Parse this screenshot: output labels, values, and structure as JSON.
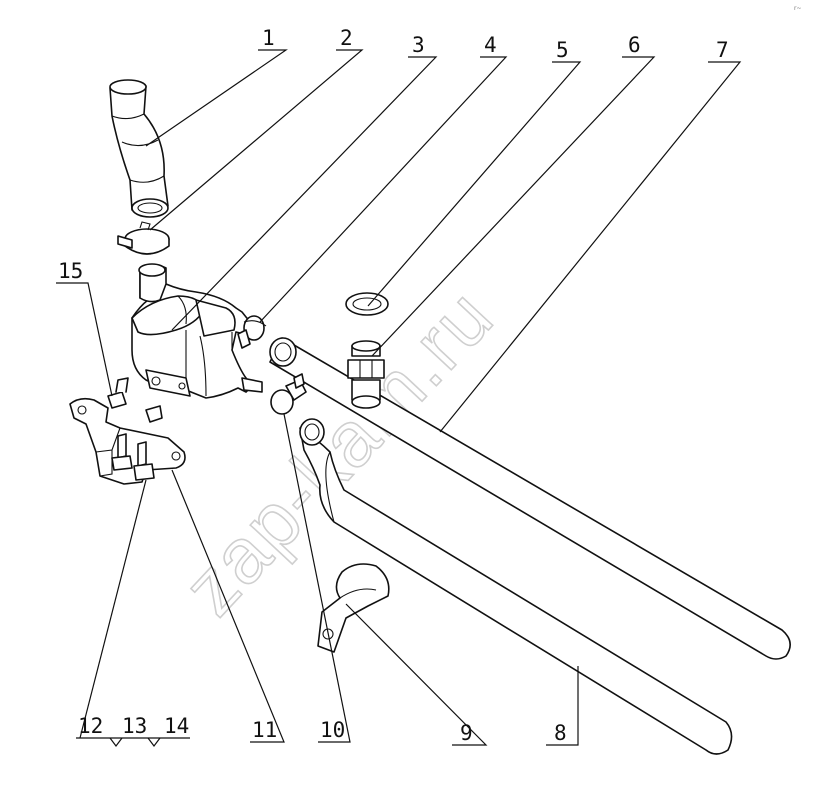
{
  "diagram": {
    "corner_mark": "r~",
    "watermark": "zap-kam.ru",
    "callouts": [
      {
        "id": "callout-1",
        "label": "1"
      },
      {
        "id": "callout-2",
        "label": "2"
      },
      {
        "id": "callout-3",
        "label": "3"
      },
      {
        "id": "callout-4",
        "label": "4"
      },
      {
        "id": "callout-5",
        "label": "5"
      },
      {
        "id": "callout-6",
        "label": "6"
      },
      {
        "id": "callout-7",
        "label": "7"
      },
      {
        "id": "callout-8",
        "label": "8"
      },
      {
        "id": "callout-9",
        "label": "9"
      },
      {
        "id": "callout-10",
        "label": "10"
      },
      {
        "id": "callout-11",
        "label": "11"
      },
      {
        "id": "callout-12",
        "label": "12"
      },
      {
        "id": "callout-13",
        "label": "13"
      },
      {
        "id": "callout-14",
        "label": "14"
      },
      {
        "id": "callout-15",
        "label": "15"
      }
    ]
  }
}
